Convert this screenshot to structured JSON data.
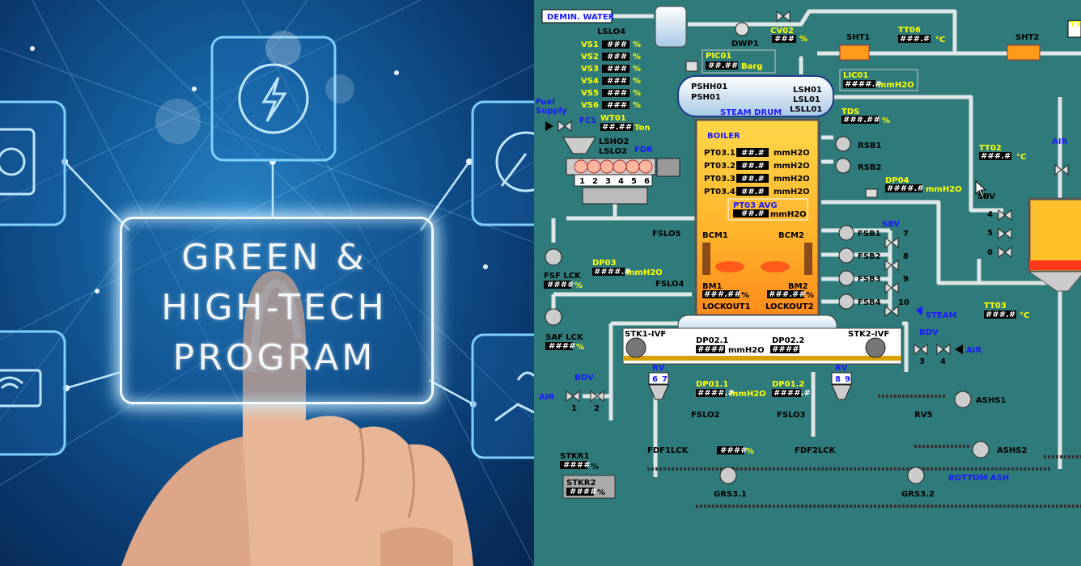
{
  "left_panel": {
    "program_lines": [
      "GREEN &",
      "HIGH-TECH",
      "PROGRAM"
    ],
    "icons": [
      "lightning-icon",
      "gear-icon",
      "leaf-icon",
      "wifi-laptop-icon",
      "hand-plant-icon"
    ]
  },
  "scada": {
    "demin_water": "DEMIN. WATER",
    "lslo4": "LSLO4",
    "dwp1": "DWP1",
    "cv02": "CV02",
    "hash3": "###",
    "pct": "%",
    "sht1": "SHT1",
    "sht2": "SHT2",
    "tt06": "TT06",
    "tt_partial": "TT",
    "hashd1": "###.#",
    "degc": "°C",
    "pic01": "PIC01",
    "hashdd": "##.##",
    "barg": "Barg",
    "vs": [
      "VS1",
      "VS2",
      "VS3",
      "VS4",
      "VS5",
      "VS6"
    ],
    "lic01": "LIC01",
    "hashd1b": "####.#",
    "mmh2o": "mmH2O",
    "pshh01": "PSHH01",
    "psh01": "PSH01",
    "lsh01": "LSH01",
    "lsl01": "LSL01",
    "lsll01": "LSLL01",
    "steam_drum": "STEAM DRUM",
    "fuel_supply": "Fuel\nSupply",
    "fuel_1": "Fuel",
    "fuel_2": "Supply",
    "fc1": "FC1",
    "wt01": "WT01",
    "ton": "Ton",
    "lsho2": "LSHO2",
    "lslo2": "LSLO2",
    "fdr": "FDR",
    "feeder_nums": [
      "1",
      "2",
      "3",
      "4",
      "5",
      "6"
    ],
    "tds": "TDS",
    "hash_dd": "###.##",
    "boiler": "BOILER",
    "pt": [
      "PT03.1",
      "PT03.2",
      "PT03.3",
      "PT03.4"
    ],
    "hash_d": "##.#",
    "pt03_avg": "PT03 AVG",
    "rsb1": "RSB1",
    "rsb2": "RSB2",
    "dp04": "DP04",
    "tt02": "TT02",
    "air": "AIR",
    "sbv": "SBV",
    "sbv_nums": [
      "4",
      "5",
      "6"
    ],
    "fslo5": "FSLO5",
    "bcm1": "BCM1",
    "bcm2": "BCM2",
    "fsb": [
      "FSB1",
      "FSB2",
      "FSB3",
      "FSB4"
    ],
    "sbv_label": "SBV",
    "sbv_right_nums": [
      "7",
      "8",
      "9",
      "10"
    ],
    "steam": "STEAM",
    "fsf_lck": "FSF LCK",
    "hash4": "####",
    "dp03": "DP03",
    "fslo4": "FSLO4",
    "bm1": "BM1",
    "bm2": "BM2",
    "hashdd2": "###.##",
    "lockout1": "LOCKOUT1",
    "lockout2": "LOCKOUT2",
    "tt03": "TT03",
    "saf_lck": "SAF LCK",
    "stk1": "STK1-IVF",
    "stk2": "STK2-IVF",
    "dp021": "DP02.1",
    "dp022": "DP02.2",
    "bdv": "BDV",
    "bdv_nums_r": [
      "3",
      "4"
    ],
    "rv": "RV",
    "rv_nums1": [
      "6",
      "7"
    ],
    "rv_nums2": [
      "8",
      "9"
    ],
    "dp011": "DP01.1",
    "dp012": "DP01.2",
    "bdv_nums_l": [
      "1",
      "2"
    ],
    "ashs1": "ASHS1",
    "ashs2": "ASHS2",
    "rv5": "RV5",
    "fslo2": "FSLO2",
    "fslo3": "FSLO3",
    "fdf1lck": "FDF1LCK",
    "fdf2lck": "FDF2LCK",
    "stkr1": "STKR1",
    "stkr2": "STKR2",
    "grs31": "GRS3.1",
    "grs32": "GRS3.2",
    "bottom_ash": "BOTTOM ASH"
  }
}
